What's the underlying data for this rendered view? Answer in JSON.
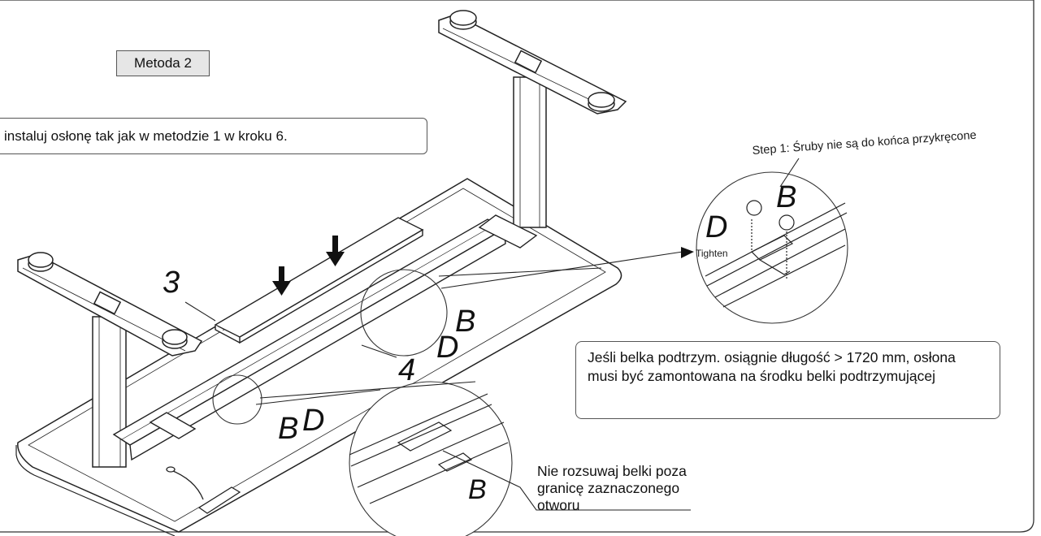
{
  "method_label": "Metoda 2",
  "instruction": "instaluj osłonę tak jak w metodzie 1 w kroku 6.",
  "step_note": "Step 1: Śruby nie są do końca przykręcone",
  "tighten_label": "Tighten",
  "part_labels": {
    "cover": "3",
    "beam": "4",
    "bolt_b": "B",
    "screw_d": "D"
  },
  "length_note": "Jeśli belka podtrzym. osiągnie długość > 1720 mm, osłona musi być zamontowana na środku belki podtrzymującej",
  "limit_note": "Nie rozsuwaj belki poza granicę zaznaczonego otworu"
}
